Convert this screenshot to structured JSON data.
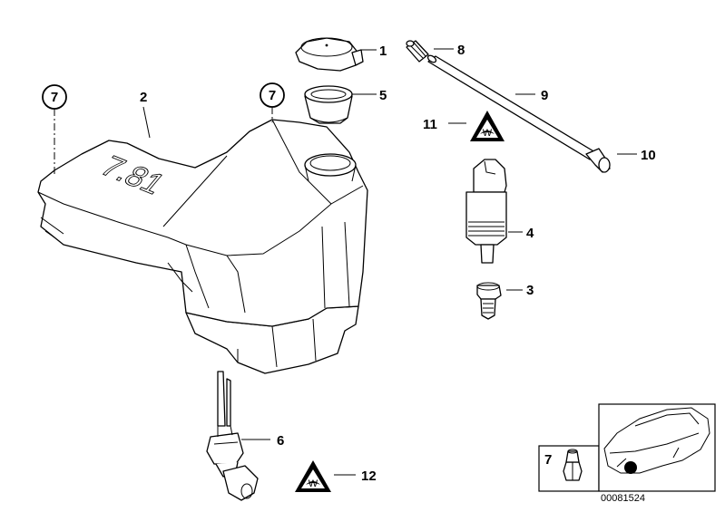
{
  "callouts": {
    "c1": "1",
    "c2": "2",
    "c3": "3",
    "c4": "4",
    "c5": "5",
    "c6": "6",
    "c7a": "7",
    "c7b": "7",
    "c8": "8",
    "c9": "9",
    "c10": "10",
    "c11": "11",
    "c12": "12"
  },
  "tank_marking": "7.81",
  "inset": {
    "part_number": "7",
    "diagram_id": "00081524"
  },
  "colors": {
    "line": "#000000",
    "background": "#ffffff"
  },
  "icons": [
    "warning-triangle-icon",
    "car-silhouette-icon",
    "hex-nut-icon"
  ]
}
